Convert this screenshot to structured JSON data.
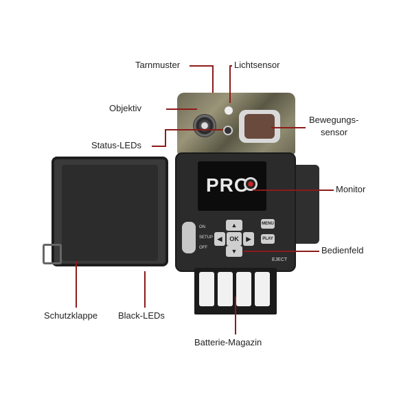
{
  "labels": {
    "tarnmuster": "Tarnmuster",
    "lichtsensor": "Lichtsensor",
    "objektiv": "Objektiv",
    "status_leds": "Status-LEDs",
    "bewegungssensor_1": "Bewegungs-",
    "bewegungssensor_2": "sensor",
    "monitor": "Monitor",
    "bedienfeld": "Bedienfeld",
    "schutzklappe": "Schutzklappe",
    "black_leds": "Black-LEDs",
    "batterie_magazin": "Batterie-Magazin"
  },
  "device": {
    "screen_logo": "PRO",
    "ok": "OK",
    "menu": "MENU",
    "play": "PLAY",
    "on": "ON",
    "setup": "SETUP",
    "off": "OFF",
    "eject": "EJECT"
  },
  "colors": {
    "leader_line": "#8b1a1a"
  }
}
